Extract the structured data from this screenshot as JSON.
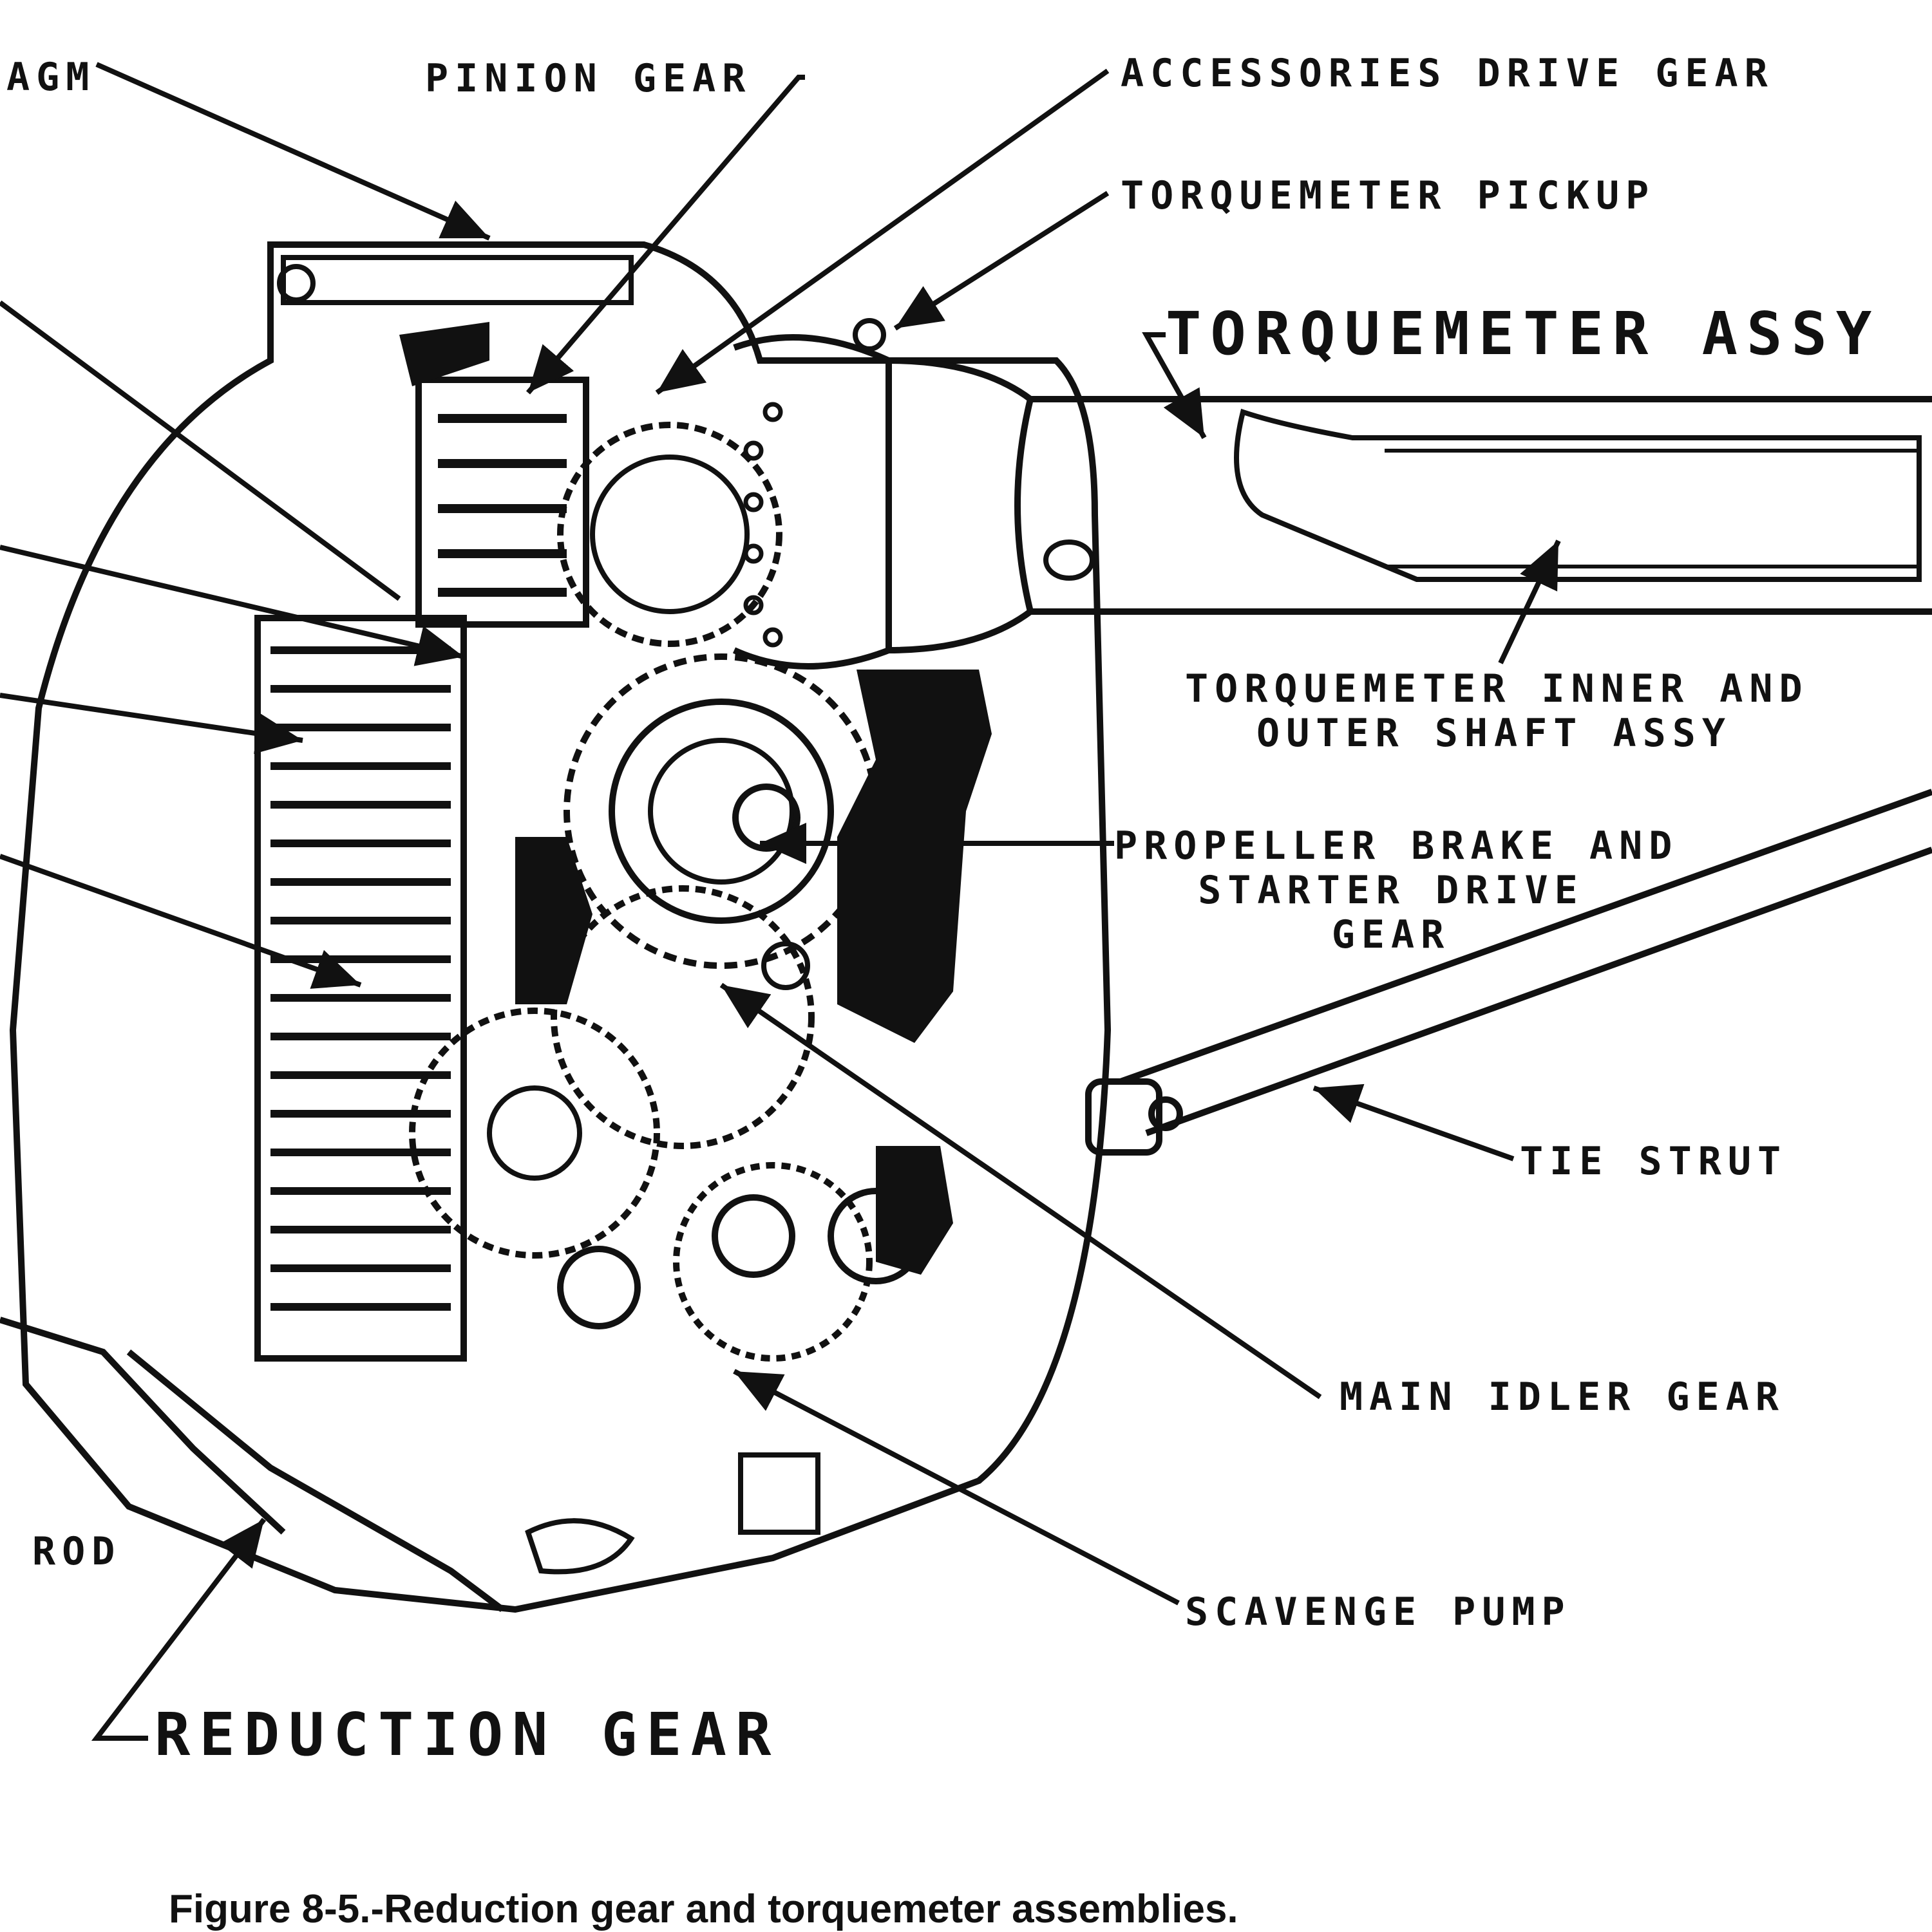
{
  "labels": {
    "diaphragm": "AGM",
    "pinion_gear": "PINION GEAR",
    "accessories_drive_gear": "ACCESSORIES DRIVE GEAR",
    "torquemeter_pickup": "TORQUEMETER PICKUP",
    "torquemeter_assy": "TORQUEMETER ASSY",
    "shaft_assy_line1": "TORQUEMETER INNER AND",
    "shaft_assy_line2": "OUTER SHAFT ASSY",
    "prop_brake_line1": "PROPELLER BRAKE AND",
    "prop_brake_line2": "STARTER DRIVE",
    "prop_brake_line3": "GEAR",
    "tie_strut": "TIE STRUT",
    "main_idler_gear": "MAIN IDLER GEAR",
    "scavenge_pump": "SCAVENGE PUMP",
    "rod": "ROD",
    "reduction_gear": "REDUCTION GEAR"
  },
  "caption": "Figure 8-5.-Reduction gear and torquemeter assemblies.",
  "colors": {
    "ink": "#111111",
    "paper": "#ffffff"
  }
}
